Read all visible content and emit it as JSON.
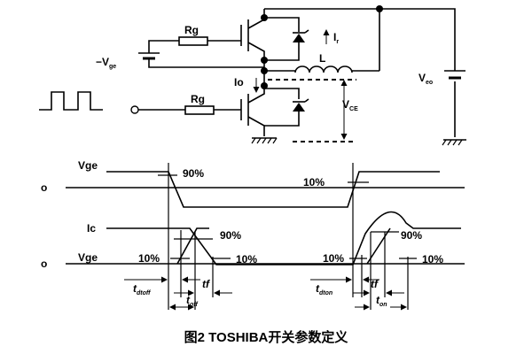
{
  "circuit": {
    "rg_top": "Rg",
    "rg_bottom": "Rg",
    "neg_vge": "−V",
    "neg_vge_sub": "ge",
    "inductor": "L",
    "current_r": "I",
    "current_r_sub": "r",
    "current_o": "Io",
    "vce": "V",
    "vce_sub": "CE",
    "vcc": "V",
    "vcc_sub": "eo"
  },
  "waveforms": {
    "vge_label_top": "Vge",
    "zero_top": "o",
    "ic_label": "Ic",
    "vge_label_bottom": "Vge",
    "zero_bottom": "o",
    "pct_90_vge": "90%",
    "pct_10_vge": "10%",
    "pct_90_ic_off": "90%",
    "pct_10_left_off": "10%",
    "pct_10_right_off": "10%",
    "pct_90_ic_on": "90%",
    "pct_10_left_on": "10%",
    "pct_10_right_on": "10%",
    "t_dtoff": "t",
    "t_dtoff_sub": "dtoff",
    "tf_off": "tf",
    "t_off": "t",
    "t_off_sub": "off",
    "t_dton": "t",
    "t_dton_sub": "dton",
    "tf_on": "tf",
    "t_on": "t",
    "t_on_sub": "on"
  },
  "caption": "图2  TOSHIBA开关参数定义"
}
